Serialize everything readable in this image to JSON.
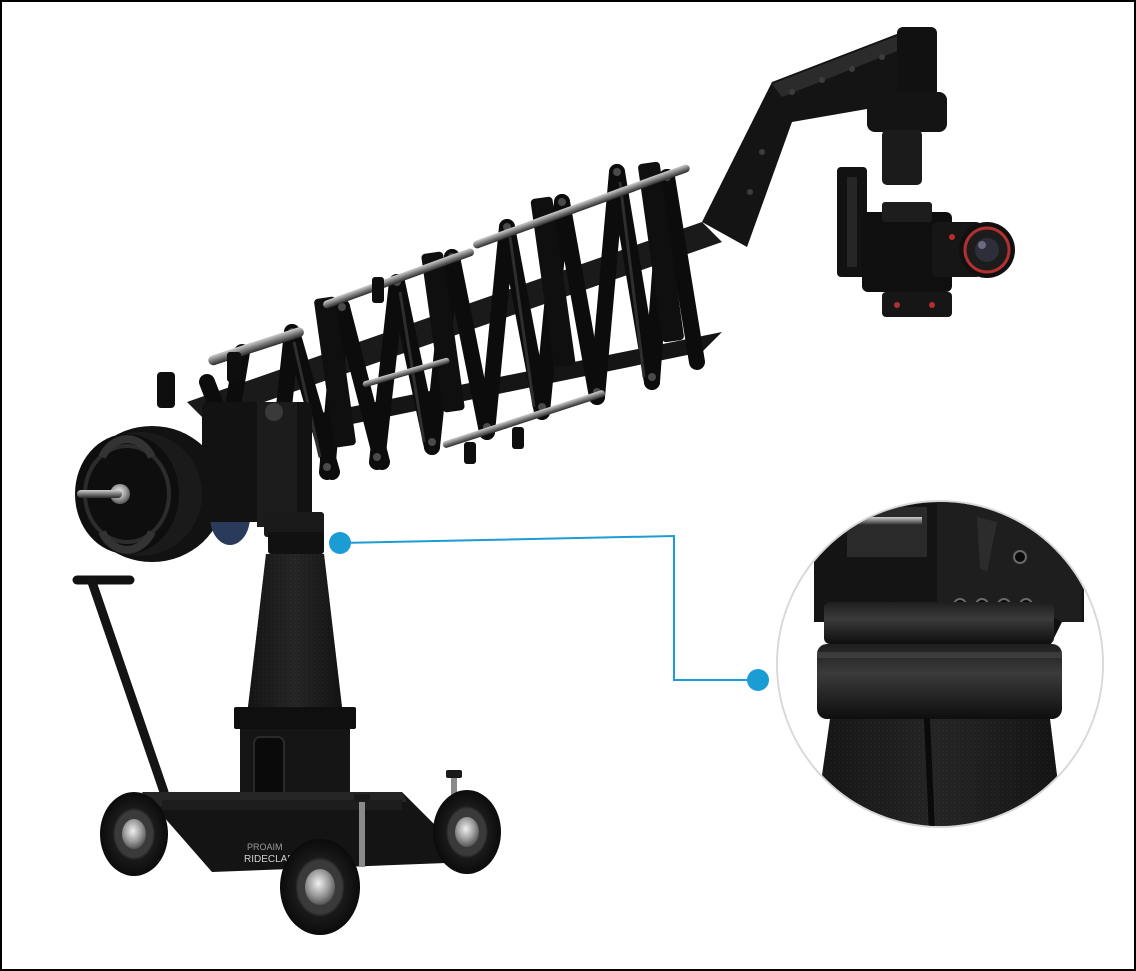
{
  "image": {
    "subject": "telescopic camera crane on wheeled dolly",
    "background_color": "#ffffff",
    "border_color": "#000000",
    "callout_color": "#1b9cd4",
    "metal_color": "#111111",
    "highlight_color": "#3a3a3a"
  },
  "branding": {
    "dolly_logo": "RIDECLARC",
    "dolly_logo_small": "PROAIM"
  },
  "callout": {
    "detail": "column head mount close-up"
  }
}
